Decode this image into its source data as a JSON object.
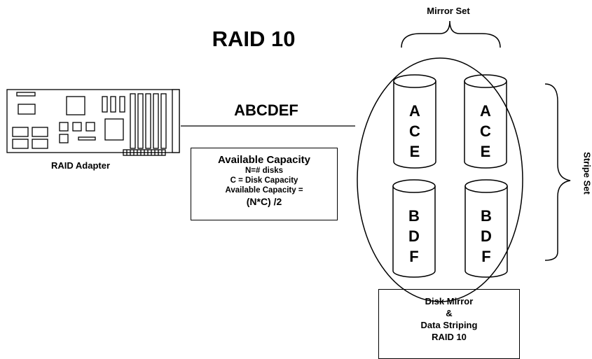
{
  "title": "RAID 10",
  "mirror_set_label": "Mirror Set",
  "stripe_set_label": "Stripe Set",
  "data_label": "ABCDEF",
  "adapter_label": "RAID Adapter",
  "capacity_box": {
    "heading": "Available Capacity",
    "line1": "N=# disks",
    "line2": "C = Disk Capacity",
    "line3": "Available Capacity =",
    "formula": "(N*C) /2"
  },
  "disks": {
    "top_left": [
      "A",
      "C",
      "E"
    ],
    "top_right": [
      "A",
      "C",
      "E"
    ],
    "bottom_left": [
      "B",
      "D",
      "F"
    ],
    "bottom_right": [
      "B",
      "D",
      "F"
    ]
  },
  "info_box": {
    "line1": "Disk Mirror",
    "line2": "&",
    "line3": "Data Striping",
    "line4": "RAID 10"
  }
}
